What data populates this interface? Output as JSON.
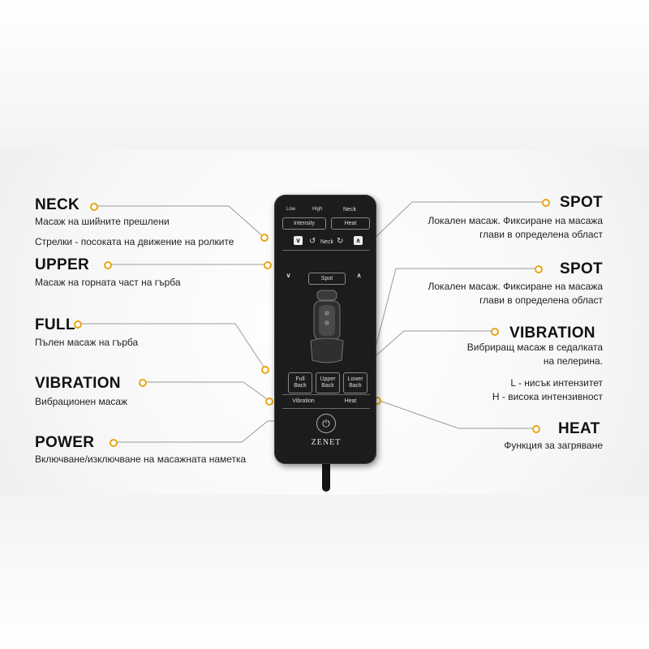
{
  "colors": {
    "accent": "#e8a614",
    "remote_body": "#1c1c1c",
    "line": "#9a9a9a"
  },
  "callouts": {
    "neck": {
      "title": "NECK",
      "desc1": "Масаж на шийните прешлени",
      "desc2": "Стрелки - посоката на движение на ролките"
    },
    "upper": {
      "title": "UPPER",
      "desc": "Масаж на горната част на гърба"
    },
    "full": {
      "title": "FULL",
      "desc": "Пълен масаж на гърба"
    },
    "vibration_left": {
      "title": "VIBRATION",
      "desc": "Вибрационен масаж"
    },
    "power": {
      "title": "POWER",
      "desc": "Включване/изключване на масажната наметка"
    },
    "spot1": {
      "title": "SPOT",
      "desc1": "Локален масаж. Фиксиране на масажа",
      "desc2": "глави в определена област"
    },
    "spot2": {
      "title": "SPOT",
      "desc1": "Локален масаж. Фиксиране на масажа",
      "desc2": "глави в определена област"
    },
    "vibration_right": {
      "title": "VIBRATION",
      "desc1": "Вибриращ масаж в седалката",
      "desc2": "на пелерина.",
      "desc3": "L - нисък интензитет",
      "desc4": "H - висока интензивност"
    },
    "heat": {
      "title": "HEAT",
      "desc": "Функция за загряване"
    }
  },
  "remote": {
    "low": "Low",
    "high": "High",
    "neck_top": "Neck",
    "intensity": "Intensity",
    "heat_top": "Heat",
    "neck_row": "Neck",
    "spot": "Spot",
    "full_back_1": "Full",
    "full_back_2": "Back",
    "upper_back_1": "Upper",
    "upper_back_2": "Back",
    "lower_back_1": "Lower",
    "lower_back_2": "Back",
    "vibration": "Vibration",
    "heat_bottom": "Heat",
    "power_icon": "⏻",
    "arrow_down": "∨",
    "arrow_up": "∧",
    "rotate": "↺",
    "brand": "ZENET"
  }
}
